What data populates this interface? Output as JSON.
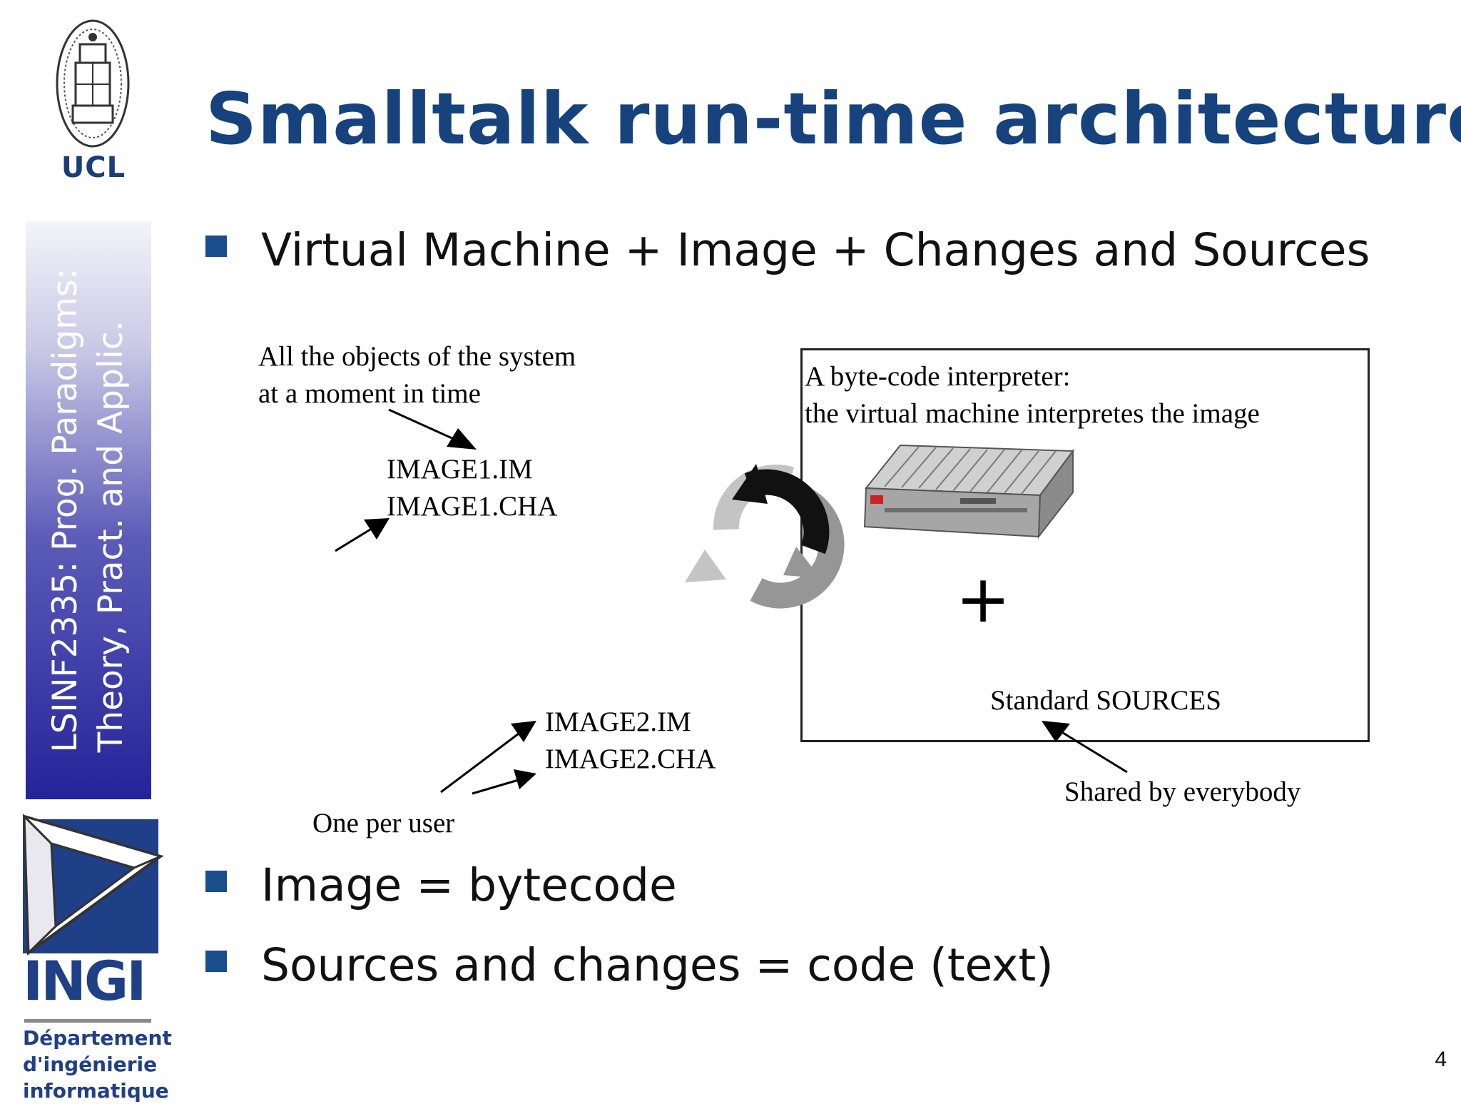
{
  "slide": {
    "title": "Smalltalk run-time architecture",
    "page_number": "4"
  },
  "sidebar": {
    "logo_top_text": "UCL",
    "course_line1": "LSINF2335: Prog. Paradigms:",
    "course_line2": "Theory, Pract. and Applic.",
    "logo_bottom_text": "INGI",
    "department_line1": "Département",
    "department_line2": "d'ingénierie",
    "department_line3": "informatique"
  },
  "bullets": [
    "Virtual Machine + Image + Changes and Sources",
    "Image = bytecode",
    "Sources and changes = code (text)"
  ],
  "diagram": {
    "objects_note_line1": "All the objects of the system",
    "objects_note_line2": "at a moment in time",
    "image1_im": "IMAGE1.IM",
    "image1_cha": "IMAGE1.CHA",
    "image2_im": "IMAGE2.IM",
    "image2_cha": "IMAGE2.CHA",
    "per_user_note": "One per user",
    "vm_box_line1": "A byte-code interpreter:",
    "vm_box_line2": "the virtual machine interpretes the image",
    "plus": "+",
    "standard_sources": "Standard SOURCES",
    "shared_note": "Shared by everybody"
  },
  "colors": {
    "title": "#16427e",
    "bullet": "#1a4d8b",
    "sidebar_band": "#24249a",
    "logo_blue": "#1f3f86"
  },
  "icons": [
    "university-seal-icon",
    "ingi-triangle-logo-icon",
    "cycle-arrows-icon",
    "server-machine-icon"
  ]
}
